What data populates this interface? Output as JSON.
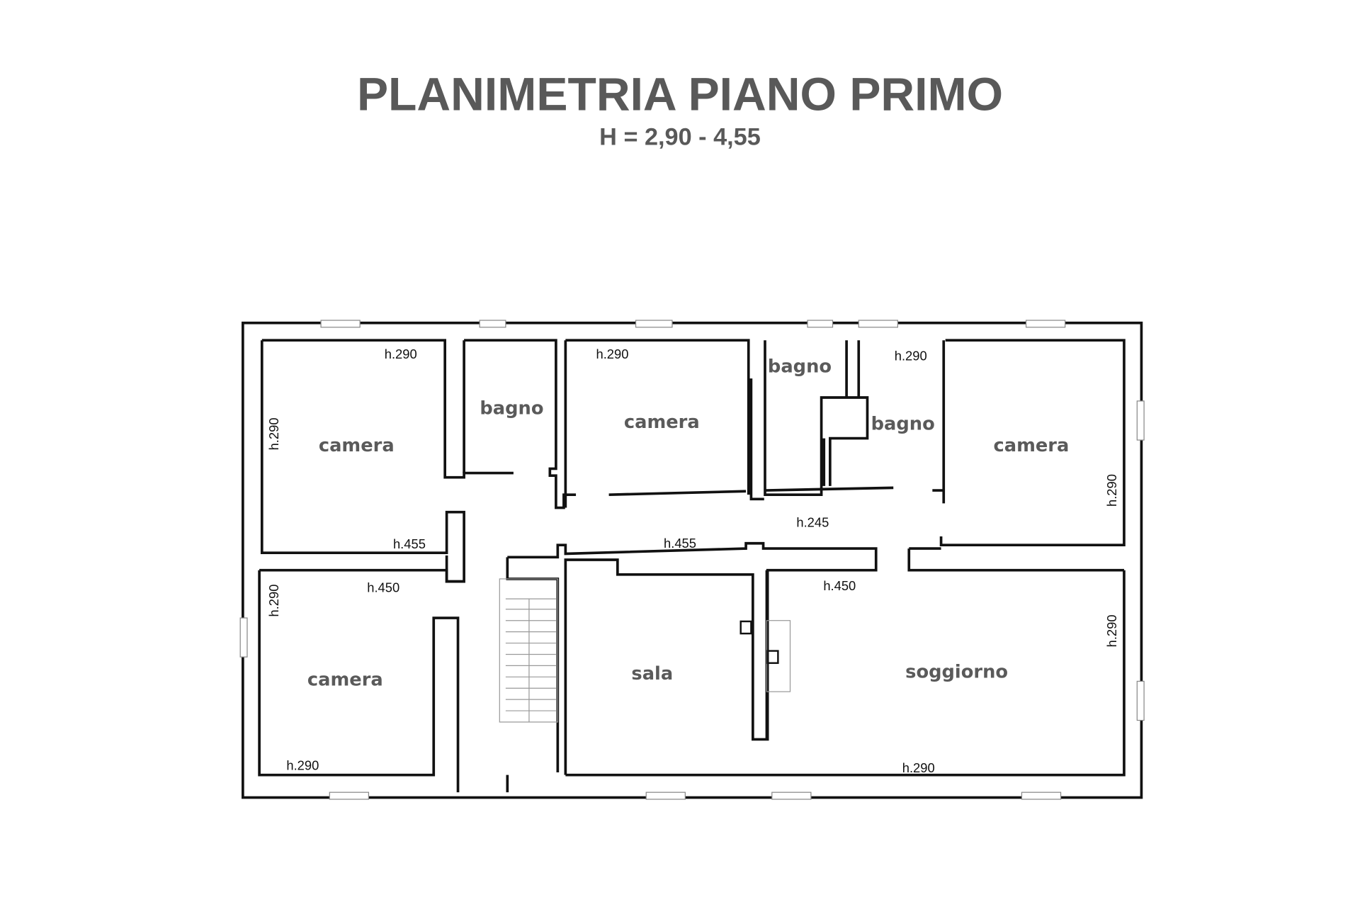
{
  "title": "PLANIMETRIA PIANO PRIMO",
  "subtitle": "H = 2,90 - 4,55",
  "rooms": [
    {
      "label": "camera"
    },
    {
      "label": "bagno"
    },
    {
      "label": "camera"
    },
    {
      "label": "bagno"
    },
    {
      "label": "bagno"
    },
    {
      "label": "camera"
    },
    {
      "label": "camera"
    },
    {
      "label": "sala"
    },
    {
      "label": "soggiorno"
    }
  ],
  "heights": [
    "h.290",
    "h.290",
    "h.455",
    "h.290",
    "h.455",
    "h.245",
    "h.290",
    "h.290",
    "h.450",
    "h.290",
    "h.290",
    "h.450",
    "h.290",
    "h.290"
  ]
}
